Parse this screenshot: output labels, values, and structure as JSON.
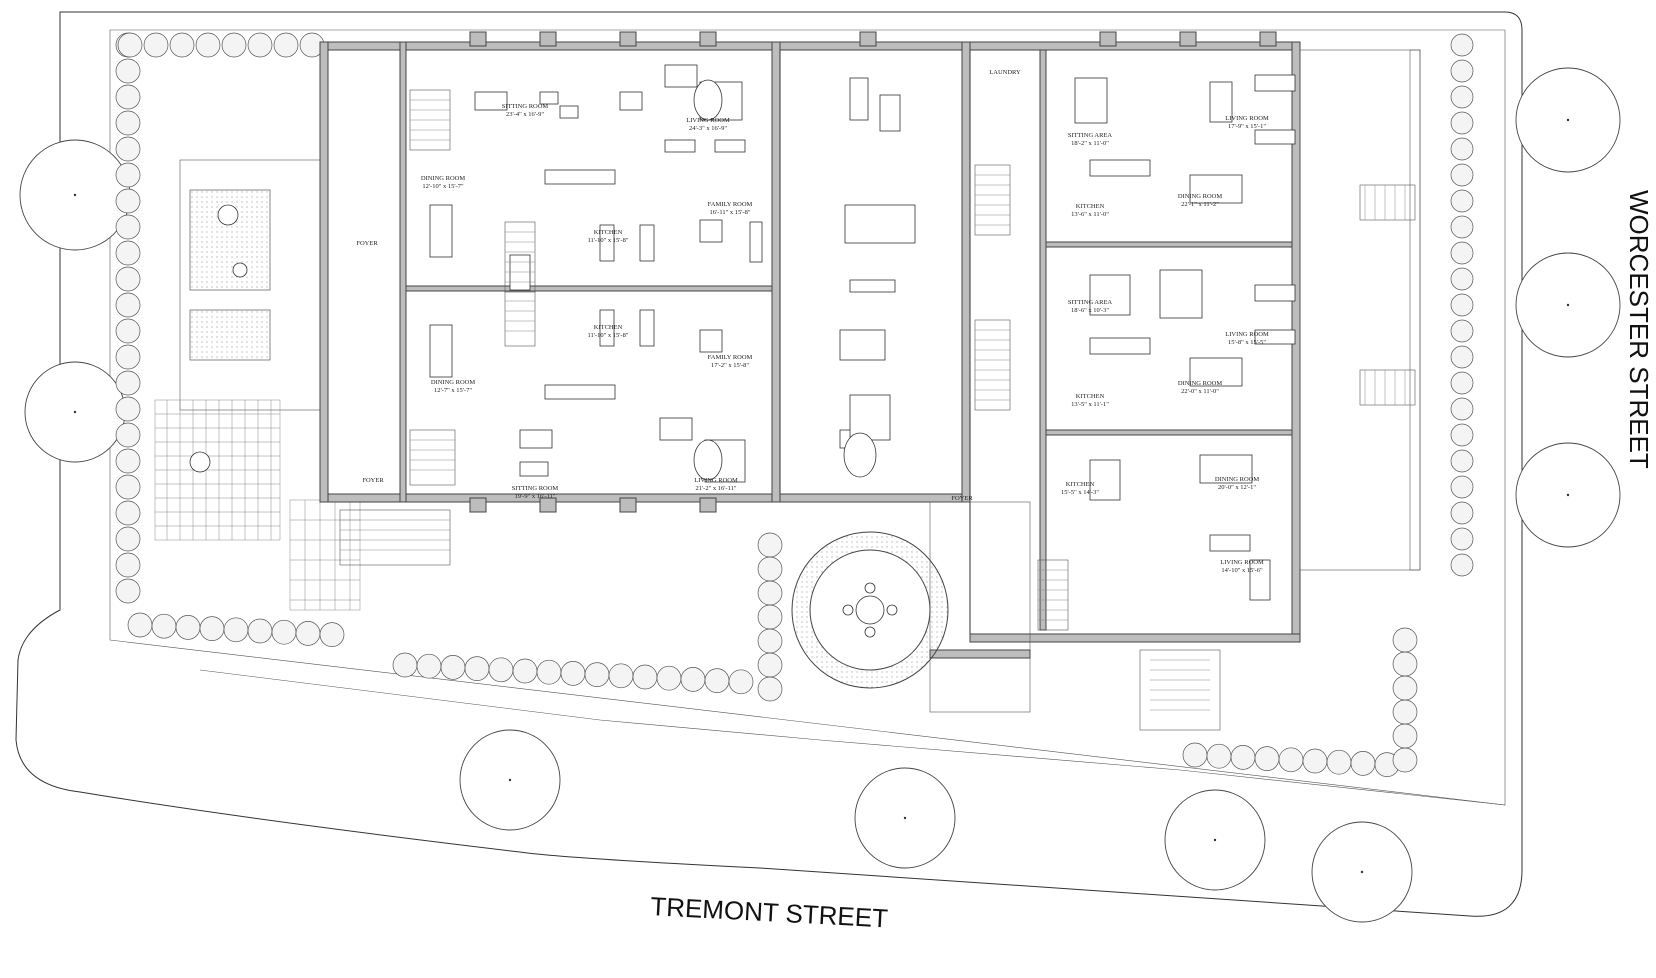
{
  "streets": {
    "south": "TREMONT  STREET",
    "east": "WORCESTER  STREET"
  },
  "rooms": [
    {
      "id": "r1",
      "name": "SITTING ROOM",
      "dims": "23'-4\" x 16'-9\""
    },
    {
      "id": "r2",
      "name": "LIVING ROOM",
      "dims": "24'-3\" x 16'-9\""
    },
    {
      "id": "r3",
      "name": "DINING ROOM",
      "dims": "12'-10\" x 15'-7\""
    },
    {
      "id": "r4",
      "name": "FOYER",
      "dims": ""
    },
    {
      "id": "r5",
      "name": "KITCHEN",
      "dims": "11'-10\" x 15'-8\""
    },
    {
      "id": "r6",
      "name": "FAMILY ROOM",
      "dims": "16'-11\" x 15'-8\""
    },
    {
      "id": "r7",
      "name": "KITCHEN",
      "dims": "11'-10\" x 15'-8\""
    },
    {
      "id": "r8",
      "name": "FAMILY ROOM",
      "dims": "17'-2\" x 15'-8\""
    },
    {
      "id": "r9",
      "name": "DINING ROOM",
      "dims": "12'-7\" x 15'-7\""
    },
    {
      "id": "r10",
      "name": "FOYER",
      "dims": ""
    },
    {
      "id": "r11",
      "name": "SITTING ROOM",
      "dims": "19'-9\" x 16'-11\""
    },
    {
      "id": "r12",
      "name": "LIVING ROOM",
      "dims": "21'-2\" x 16'-11\""
    },
    {
      "id": "r13",
      "name": "LAUNDRY",
      "dims": ""
    },
    {
      "id": "r14",
      "name": "SITTING AREA",
      "dims": "18'-2\" x 11'-0\""
    },
    {
      "id": "r15",
      "name": "LIVING ROOM",
      "dims": "17'-9\" x 15'-1\""
    },
    {
      "id": "r16",
      "name": "KITCHEN",
      "dims": "13'-6\" x 11'-0\""
    },
    {
      "id": "r17",
      "name": "DINING ROOM",
      "dims": "22'-1\" x 11'-2\""
    },
    {
      "id": "r18",
      "name": "SITTING AREA",
      "dims": "18'-6\" x 10'-3\""
    },
    {
      "id": "r19",
      "name": "LIVING ROOM",
      "dims": "15'-8\" x 15'-5\""
    },
    {
      "id": "r20",
      "name": "KITCHEN",
      "dims": "13'-5\" x 11'-1\""
    },
    {
      "id": "r21",
      "name": "DINING ROOM",
      "dims": "22'-0\" x 11'-0\""
    },
    {
      "id": "r22",
      "name": "FOYER",
      "dims": ""
    },
    {
      "id": "r23",
      "name": "KITCHEN",
      "dims": "15'-5\" x 14'-3\""
    },
    {
      "id": "r24",
      "name": "DINING ROOM",
      "dims": "20'-0\" x 12'-1\""
    },
    {
      "id": "r25",
      "name": "LIVING ROOM",
      "dims": "14'-10\" x 15'-6\""
    }
  ]
}
